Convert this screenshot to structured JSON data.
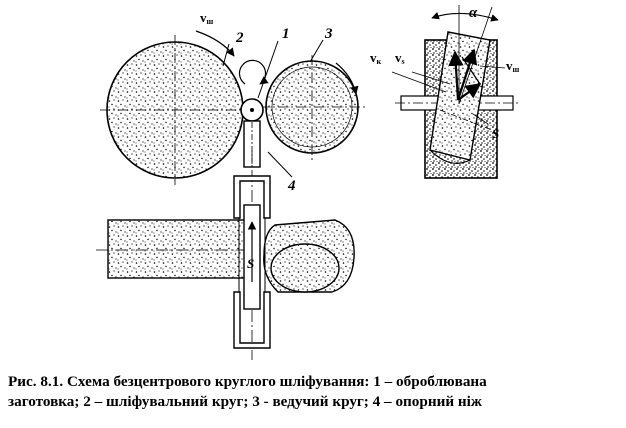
{
  "figure": {
    "labels": {
      "workpiece": "1",
      "grinding_wheel": "2",
      "driving_wheel": "3",
      "support_blade": "4",
      "feed": "S",
      "side_feed": "S",
      "angle": "α",
      "v_grinding": "v",
      "v_grinding_sub": "ш",
      "v_top_right_sub": "ш",
      "v_k": "v",
      "v_k_sub": "к",
      "v_s": "v",
      "v_s_sub": "s"
    }
  },
  "caption": {
    "line1": "Рис. 8.1. Схема безцентрового круглого шліфування: 1 – оброблювана",
    "line2": "заготовка; 2 – шліфувальний круг; 3 - ведучий круг; 4 – опорний ніж"
  }
}
